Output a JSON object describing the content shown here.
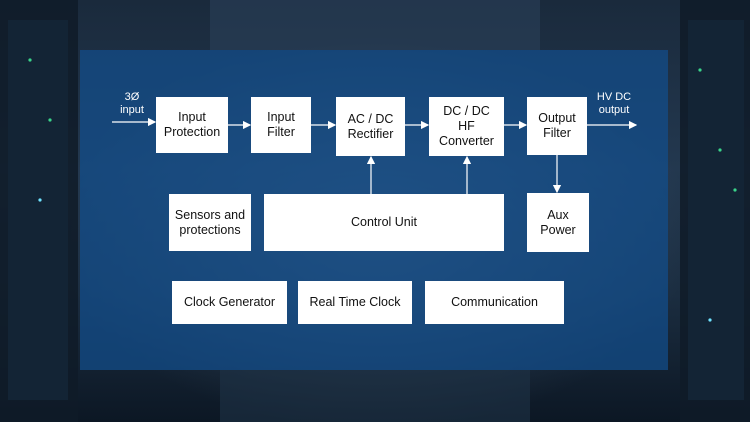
{
  "diagram": {
    "input_label": "3Ø\ninput",
    "output_label": "HV DC\noutput",
    "blocks": {
      "input_protection": "Input\nProtection",
      "input_filter": "Input\nFilter",
      "ac_dc_rectifier": "AC / DC\nRectifier",
      "dc_dc_converter": "DC / DC\nHF\nConverter",
      "output_filter": "Output\nFilter",
      "sensors": "Sensors and\nprotections",
      "control_unit": "Control Unit",
      "aux_power": "Aux\nPower",
      "clock_generator": "Clock Generator",
      "real_time_clock": "Real Time Clock",
      "communication": "Communication"
    },
    "colors": {
      "panel": "#124e8c",
      "block_fill": "#ffffff",
      "connector": "#ffffff"
    }
  }
}
